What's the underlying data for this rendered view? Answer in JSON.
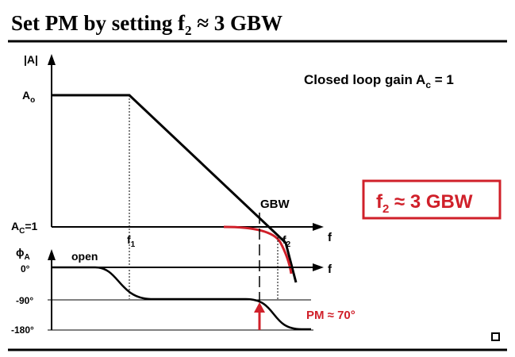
{
  "title": {
    "main": "Set PM by setting  f",
    "sub": "2",
    "rest": " ≈ 3 GBW"
  },
  "annotation": {
    "main": "Closed loop gain  A",
    "sub": "c",
    "rest": " = 1"
  },
  "highlight": {
    "main": "f",
    "sub": "2",
    "rest": " ≈ 3 GBW",
    "color": "#d0202a"
  },
  "magnitude": {
    "axis_label": "|A|",
    "ao_main": "A",
    "ao_sub": "o",
    "ac_main": "A",
    "ac_sub": "C",
    "ac_rest": "=1",
    "f1_main": "f",
    "f1_sub": "1",
    "f2_main": "f",
    "f2_sub": "2",
    "gbw_label": "GBW",
    "f_axis_label": "f"
  },
  "phase": {
    "axis_main": "ϕ",
    "axis_sub": "A",
    "open_label": "open",
    "tick_0": "0°",
    "tick_90": "-90°",
    "tick_180": "-180°",
    "f_axis_label": "f",
    "pm_label": "PM ≈ 70°"
  },
  "colors": {
    "accent": "#d0202a",
    "ink": "#000000"
  }
}
